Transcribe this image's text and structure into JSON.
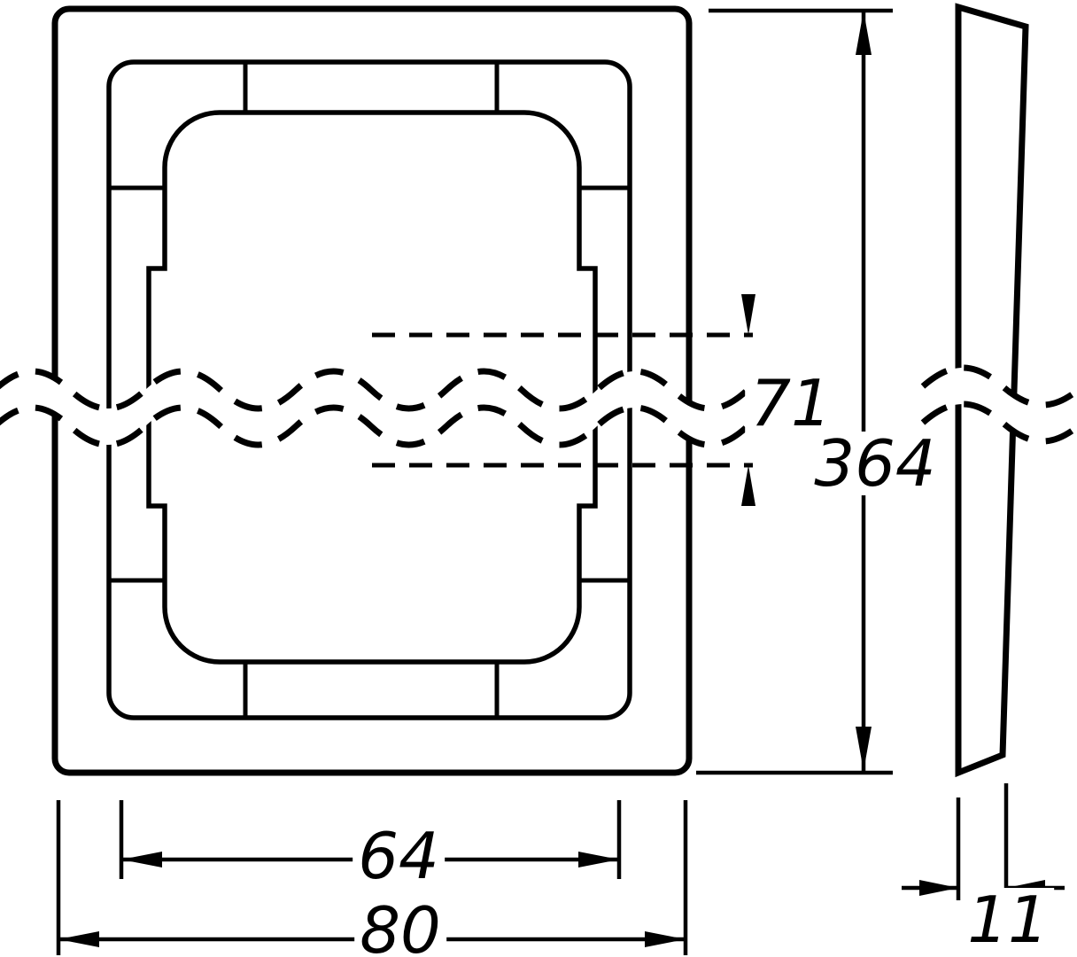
{
  "page": {
    "background": "#ffffff"
  },
  "colors": {
    "line": "#000000"
  },
  "drawing": {
    "type": "technical-dimension-drawing",
    "views": [
      "front-view-of-cover-frame-with-break",
      "side-profile-view"
    ],
    "dimensions": {
      "module_spacing": "71",
      "total_height": "364",
      "inner_width": "64",
      "outer_width": "80",
      "depth": "11"
    }
  }
}
